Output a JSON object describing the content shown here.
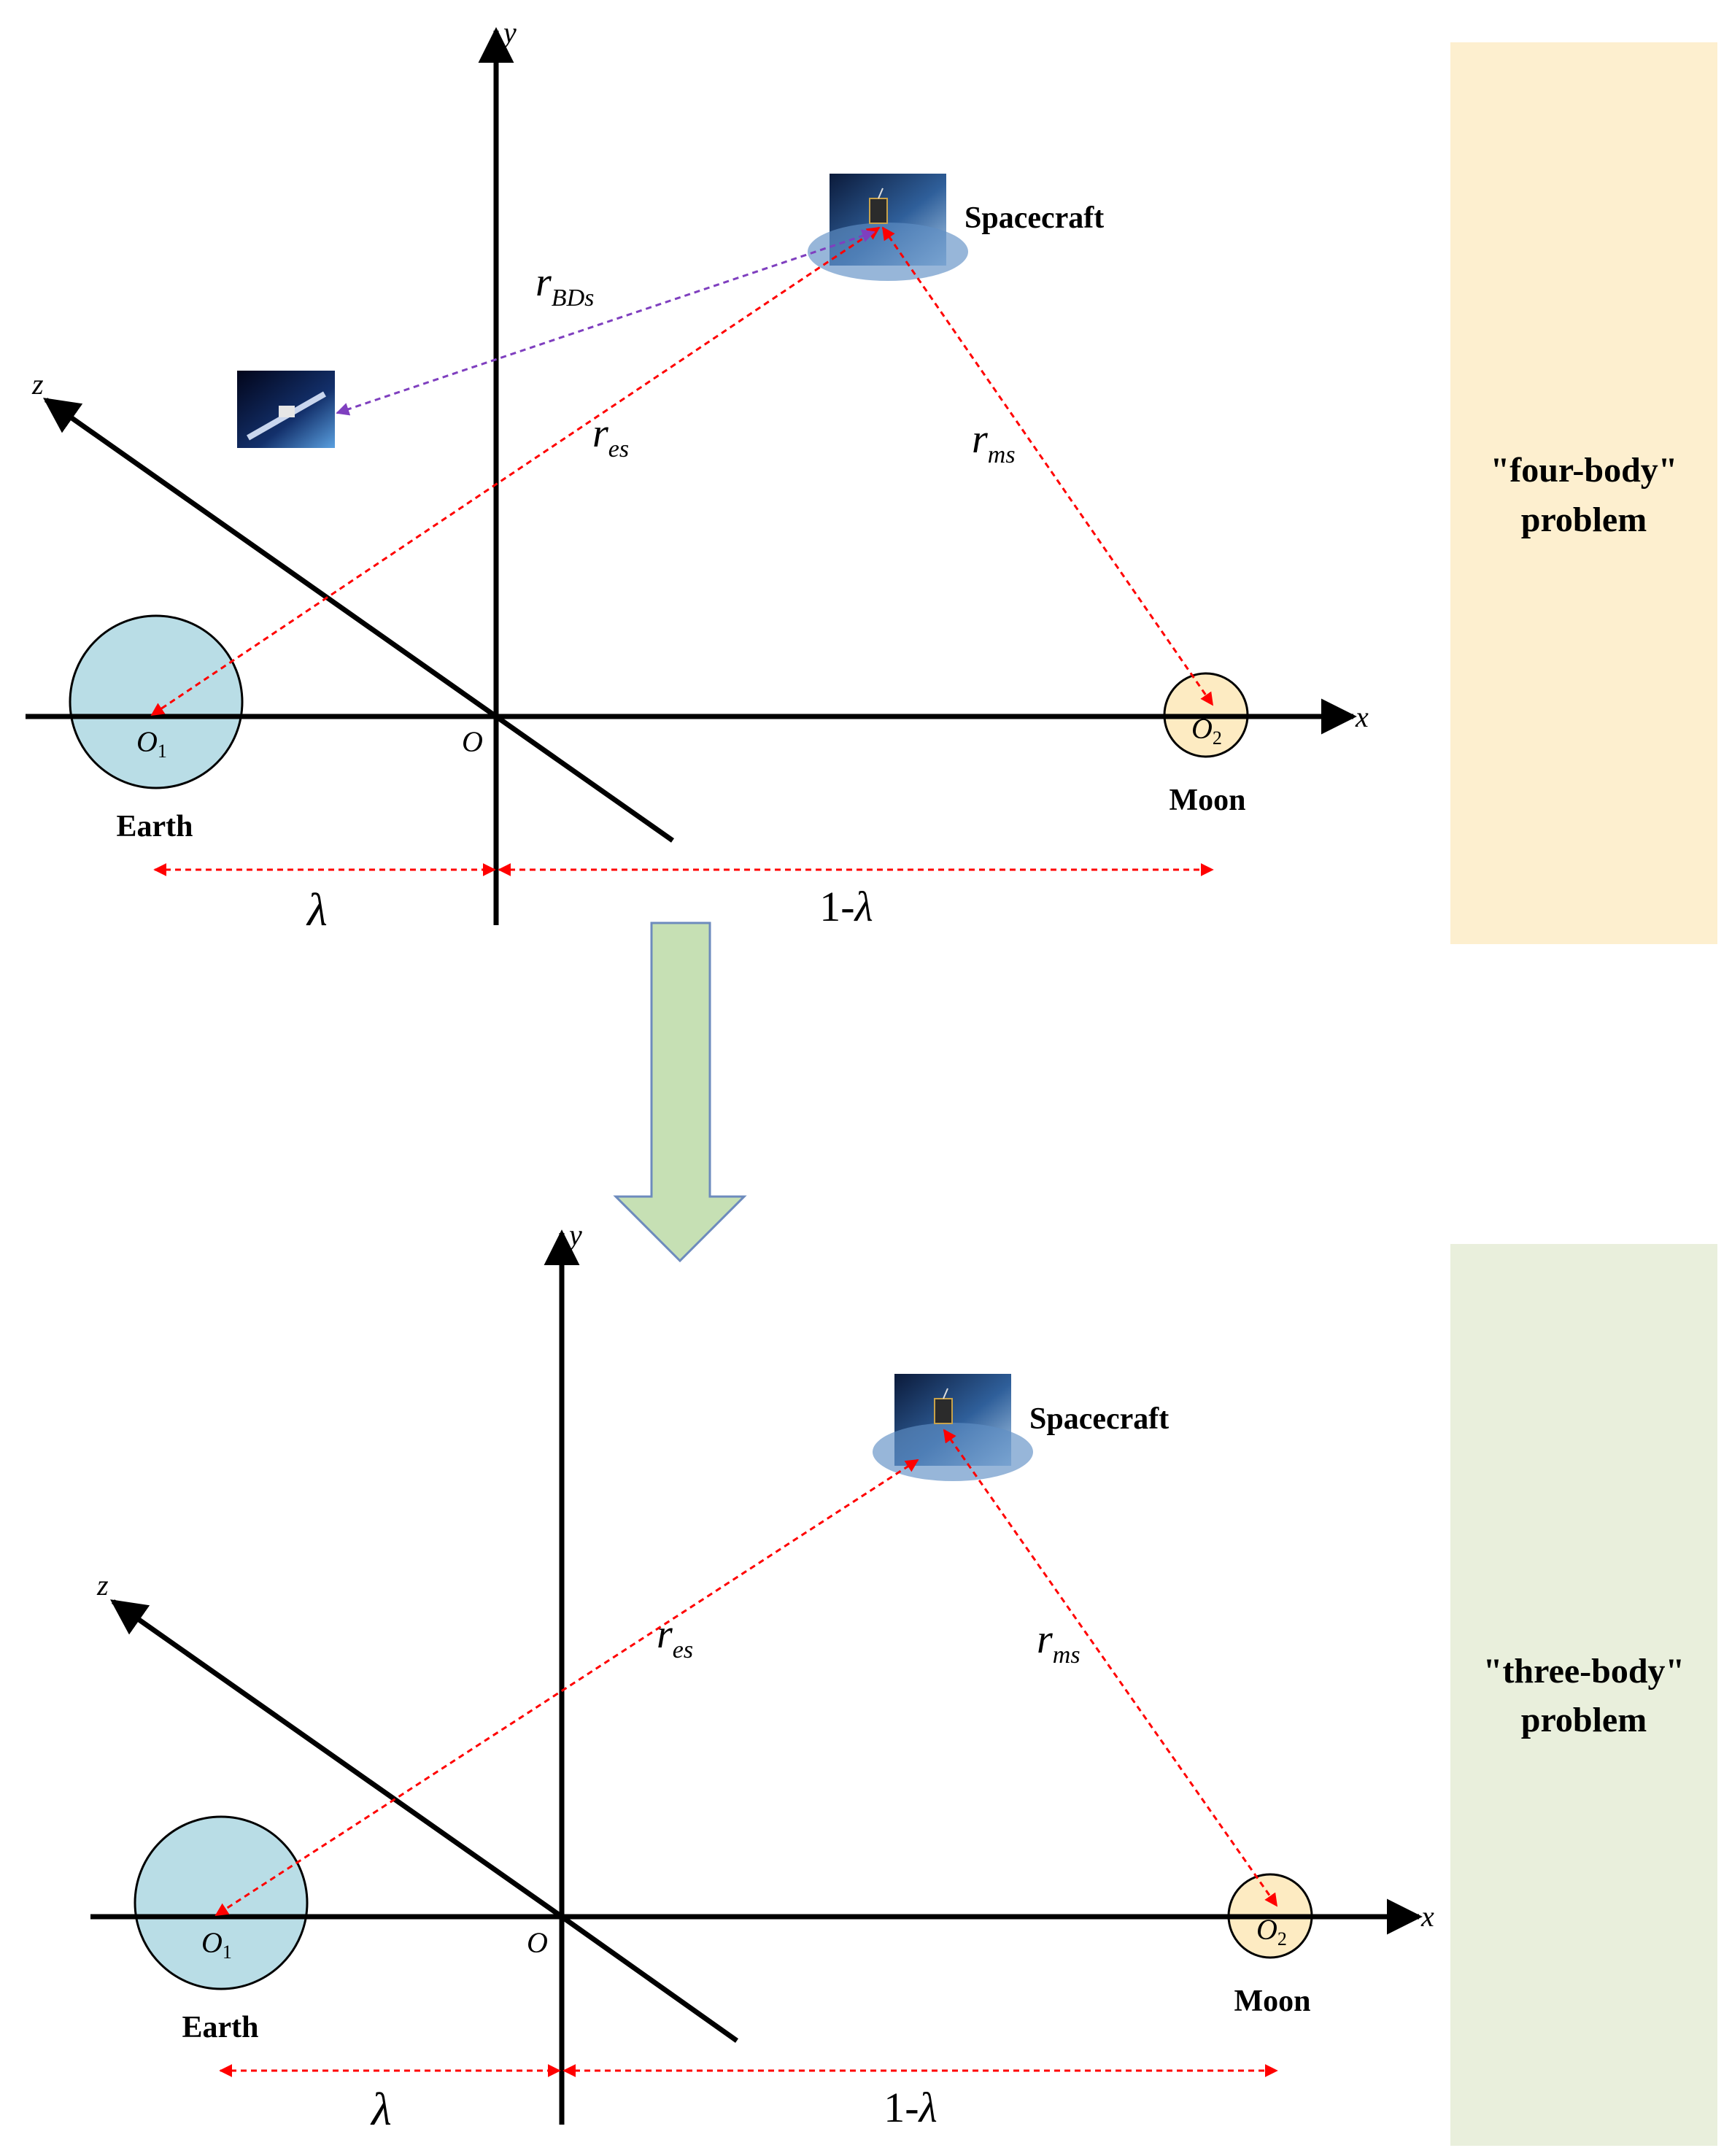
{
  "top_panel": {
    "label_line1": "\"four-body\"",
    "label_line2": "problem",
    "panel_color": "#fdefcf",
    "axis_x": "x",
    "axis_y": "y",
    "axis_z": "z",
    "origin": "O",
    "earth_center": "O",
    "earth_center_sub": "1",
    "moon_center": "O",
    "moon_center_sub": "2",
    "earth_label": "Earth",
    "moon_label": "Moon",
    "spacecraft_label": "Spacecraft",
    "r_es": "r",
    "r_es_sub": "es",
    "r_ms": "r",
    "r_ms_sub": "ms",
    "r_bds": "r",
    "r_bds_sub": "BDs",
    "lambda": "λ",
    "one_minus_lambda_prefix": "1-",
    "one_minus_lambda_symbol": "λ"
  },
  "bottom_panel": {
    "label_line1": "\"three-body\"",
    "label_line2": "problem",
    "panel_color": "#e9efdc",
    "axis_x": "x",
    "axis_y": "y",
    "axis_z": "z",
    "origin": "O",
    "earth_center": "O",
    "earth_center_sub": "1",
    "moon_center": "O",
    "moon_center_sub": "2",
    "earth_label": "Earth",
    "moon_label": "Moon",
    "spacecraft_label": "Spacecraft",
    "r_es": "r",
    "r_es_sub": "es",
    "r_ms": "r",
    "r_ms_sub": "ms",
    "lambda": "λ",
    "one_minus_lambda_prefix": "1-",
    "one_minus_lambda_symbol": "λ"
  },
  "colors": {
    "earth_fill": "#b9dde6",
    "moon_fill": "#fdebc2",
    "distance_line": "#ff0000",
    "bds_line": "#7f3fbf",
    "transition_arrow": "#c6e0b4",
    "transition_arrow_stroke": "#6d8bbd"
  }
}
